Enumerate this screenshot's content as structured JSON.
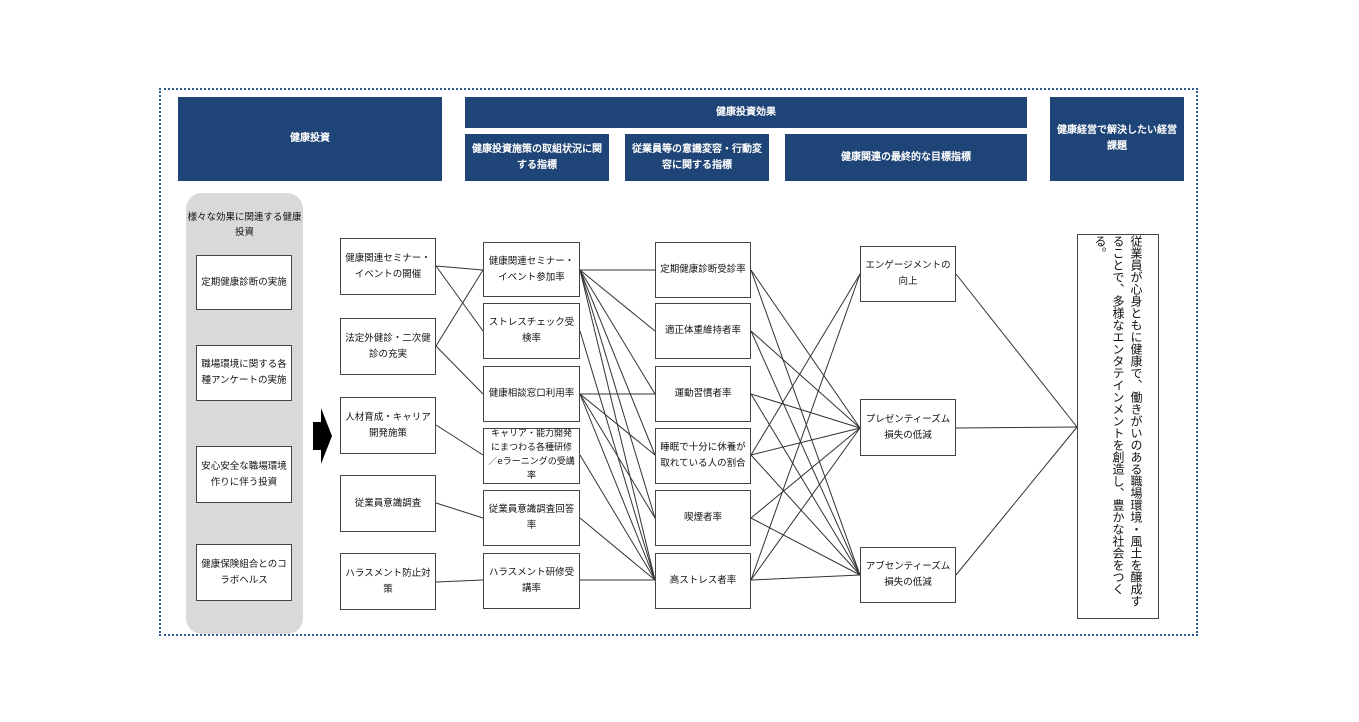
{
  "headers": {
    "kenko_toshi": "健康投資",
    "kouka": "健康投資効果",
    "shisaku": "健康投資施策の取組状況に関する指標",
    "ishiki": "従業員等の意識変容・行動変容に関する指標",
    "saishu": "健康関連の最終的な目標指標",
    "kadai": "健康経営で解決したい経営課題"
  },
  "investment_panel": {
    "title": "様々な効果に関連する健康投資",
    "items": [
      "定期健康診断の実施",
      "職場環境に関する各種アンケートの実施",
      "安心安全な職場環境作りに伴う投資",
      "健康保険組合とのコラボヘルス"
    ]
  },
  "col1": [
    "健康関連セミナー・イベントの開催",
    "法定外健診・二次健診の充実",
    "人材育成・キャリア開発施策",
    "従業員意識調査",
    "ハラスメント防止対策"
  ],
  "col2": [
    "健康関連セミナー・イベント参加率",
    "ストレスチェック受検率",
    "健康相談窓口利用率",
    "キャリア・能力開発にまつわる各種研修／eラーニングの受講率",
    "従業員意識調査回答率",
    "ハラスメント研修受講率"
  ],
  "col3": [
    "定期健康診断受診率",
    "適正体重維持者率",
    "運動習慣者率",
    "睡眠で十分に休養が取れている人の割合",
    "喫煙者率",
    "高ストレス者率"
  ],
  "col4": [
    "エンゲージメントの向上",
    "プレゼンティーズム損失の低減",
    "アブセンティーズム損失の低減"
  ],
  "goal": "従業員が心身ともに健康で、働きがいのある職場環境・風土を醸成することで、多様なエンタテインメントを創造し、豊かな社会をつくる。"
}
